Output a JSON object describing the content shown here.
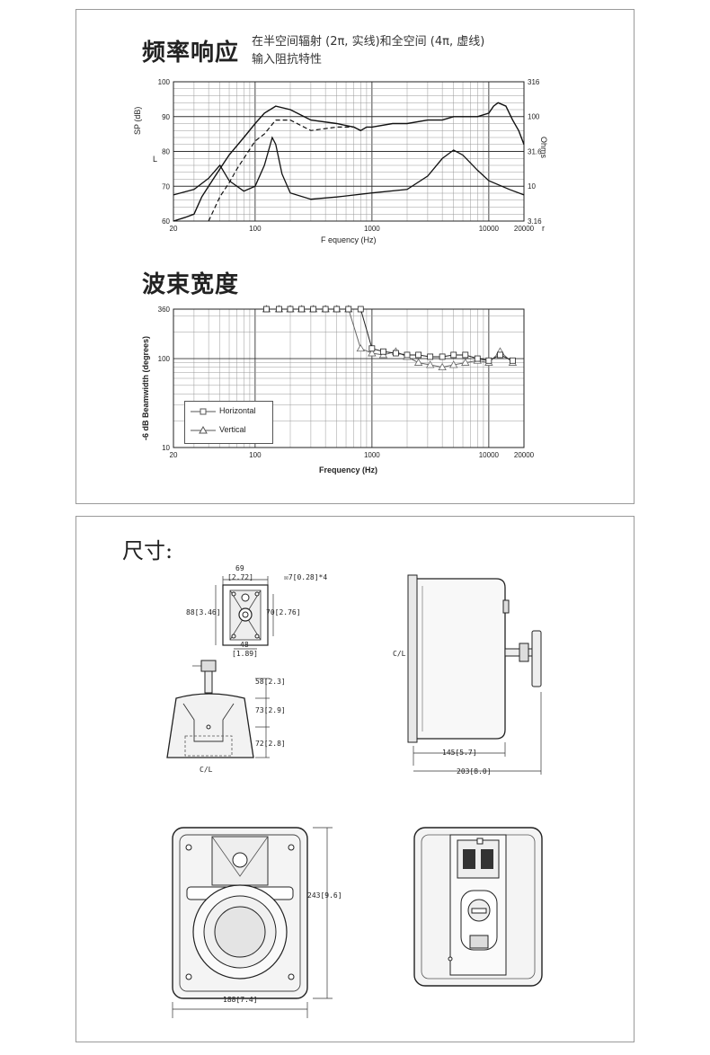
{
  "freq_section": {
    "title": "频率响应",
    "subtitle_line1": "在半空间辐射 (2π, 实线)和全空间 (4π, 虚线)",
    "subtitle_line2": "输入阻抗特性",
    "left_axis_label_1": "SP (dB)",
    "left_axis_label_2": "L",
    "right_axis_label": "Ohms",
    "x_axis_label": "F  equency (Hz)",
    "x_axis_suffix": "r"
  },
  "beam_section": {
    "title": "波束宽度",
    "y_axis_label": "-6 dB Beamwidth (degrees)",
    "x_axis_label": "Frequency (Hz)",
    "legend_horizontal": "Horizontal",
    "legend_vertical": "Vertical"
  },
  "dims_section": {
    "title": "尺寸:",
    "bracket_width": "69",
    "bracket_width_in": "[2.72]",
    "hole_note": "☒7[0.28]*4",
    "bracket_height": "88[3.46]",
    "bracket_inner_height": "70[2.76]",
    "bracket_hole_spacing": "48",
    "bracket_hole_spacing_in": "[1.89]",
    "top_dim_1": "58[2.3]",
    "top_dim_2": "73[2.9]",
    "top_dim_3": "72[2.8]",
    "top_cl": "C/L",
    "side_cl": "C/L",
    "side_depth": "145[5.7]",
    "side_total_depth": "203[8.0]",
    "front_height": "243[9.6]",
    "front_width": "188[7.4]"
  },
  "chart_data": [
    {
      "type": "line",
      "x_scale": "log",
      "xlim": [
        20,
        20000
      ],
      "ylim": [
        60,
        100
      ],
      "y2lim": [
        3.16,
        316
      ],
      "y2_scale": "log",
      "x_ticks": [
        "20",
        "100",
        "1000",
        "10000",
        "20000"
      ],
      "y_ticks": [
        "60",
        "70",
        "80",
        "90",
        "100"
      ],
      "y2_ticks": [
        "3.16",
        "10",
        "31.6",
        "100",
        "316"
      ],
      "series": [
        {
          "x": [
            20,
            25,
            30,
            35,
            40,
            50,
            60,
            80,
            100,
            120,
            150,
            200,
            300,
            500,
            700,
            800,
            900,
            1000,
            1500,
            2000,
            3000,
            4000,
            5000,
            6000,
            7000,
            8000,
            10000,
            11000,
            12000,
            14000,
            16000,
            18000,
            20000
          ],
          "y": [
            60,
            61,
            62,
            67,
            70,
            75,
            79,
            84,
            88,
            91,
            93,
            92,
            89,
            88,
            87,
            86,
            87,
            87,
            88,
            88,
            89,
            89,
            90,
            90,
            90,
            90,
            91,
            93,
            94,
            93,
            89,
            86,
            82
          ]
        },
        {
          "x": [
            40,
            50,
            60,
            70,
            80,
            100,
            120,
            150,
            200,
            300,
            500,
            700,
            800
          ],
          "y": [
            60,
            67,
            71,
            75,
            78,
            83,
            85,
            89,
            89,
            86,
            87,
            87,
            86
          ]
        },
        {
          "x": [
            20,
            30,
            40,
            50,
            60,
            80,
            100,
            120,
            140,
            150,
            170,
            200,
            300,
            500,
            1000,
            2000,
            3000,
            4000,
            5000,
            6000,
            8000,
            10000,
            15000,
            20000
          ],
          "y": [
            7.5,
            9,
            13,
            20,
            12,
            8.5,
            10,
            20,
            50,
            40,
            15,
            8,
            6.5,
            7,
            8,
            9,
            14,
            25,
            33,
            28,
            17,
            12,
            9,
            7.5
          ]
        }
      ]
    },
    {
      "type": "line",
      "x_scale": "log",
      "y_scale": "log",
      "xlim": [
        20,
        20000
      ],
      "ylim": [
        10,
        360
      ],
      "x_ticks": [
        "20",
        "100",
        "1000",
        "10000",
        "20000"
      ],
      "y_ticks": [
        "10",
        "100",
        "360"
      ],
      "series": [
        {
          "name": "Horizontal",
          "x": [
            125,
            160,
            200,
            250,
            315,
            400,
            500,
            630,
            800,
            1000,
            1250,
            1600,
            2000,
            2500,
            3150,
            4000,
            5000,
            6300,
            8000,
            10000,
            12500,
            16000
          ],
          "y": [
            360,
            360,
            360,
            360,
            360,
            360,
            360,
            360,
            360,
            130,
            120,
            115,
            110,
            110,
            105,
            105,
            110,
            110,
            100,
            95,
            110,
            95
          ]
        },
        {
          "name": "Vertical",
          "x": [
            125,
            160,
            200,
            250,
            315,
            400,
            500,
            630,
            800,
            1000,
            1250,
            1600,
            2000,
            2500,
            3150,
            4000,
            5000,
            6300,
            8000,
            10000,
            12500,
            16000
          ],
          "y": [
            360,
            360,
            360,
            360,
            360,
            360,
            360,
            360,
            130,
            115,
            110,
            120,
            105,
            90,
            85,
            80,
            85,
            90,
            95,
            90,
            120,
            90
          ]
        }
      ]
    }
  ]
}
